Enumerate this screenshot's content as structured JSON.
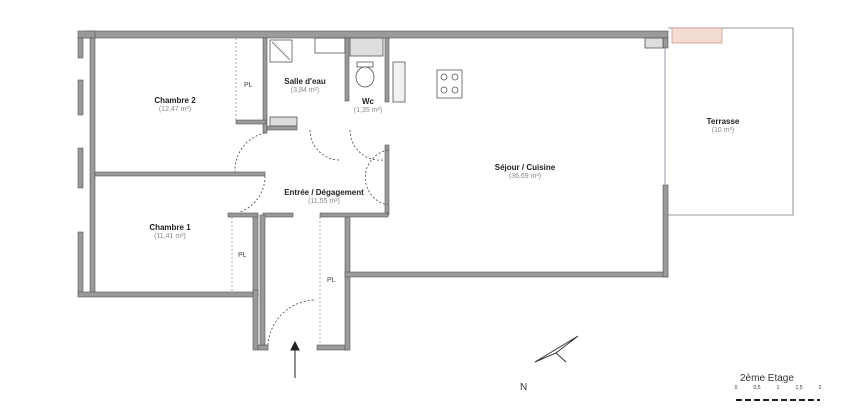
{
  "plan": {
    "rooms": [
      {
        "name": "Chambre 2",
        "area": "(12,47 m²)"
      },
      {
        "name": "Salle d'eau",
        "area": "(3,84 m²)"
      },
      {
        "name": "Wc",
        "area": "(1,35 m²)"
      },
      {
        "name": "Entrée / Dégagement",
        "area": "(11,55 m²)"
      },
      {
        "name": "Chambre 1",
        "area": "(11,41 m²)"
      },
      {
        "name": "Séjour / Cuisine",
        "area": "(36,69 m²)"
      },
      {
        "name": "Terrasse",
        "area": "(10 m²)"
      }
    ],
    "closets": [
      "PL",
      "PL",
      "PL"
    ],
    "north_label": "N",
    "floor_label": "2ème Etage",
    "scale_ticks": [
      "0",
      "0,5",
      "1",
      "1,5",
      "2"
    ],
    "wall_color": "#9a9a9a"
  }
}
